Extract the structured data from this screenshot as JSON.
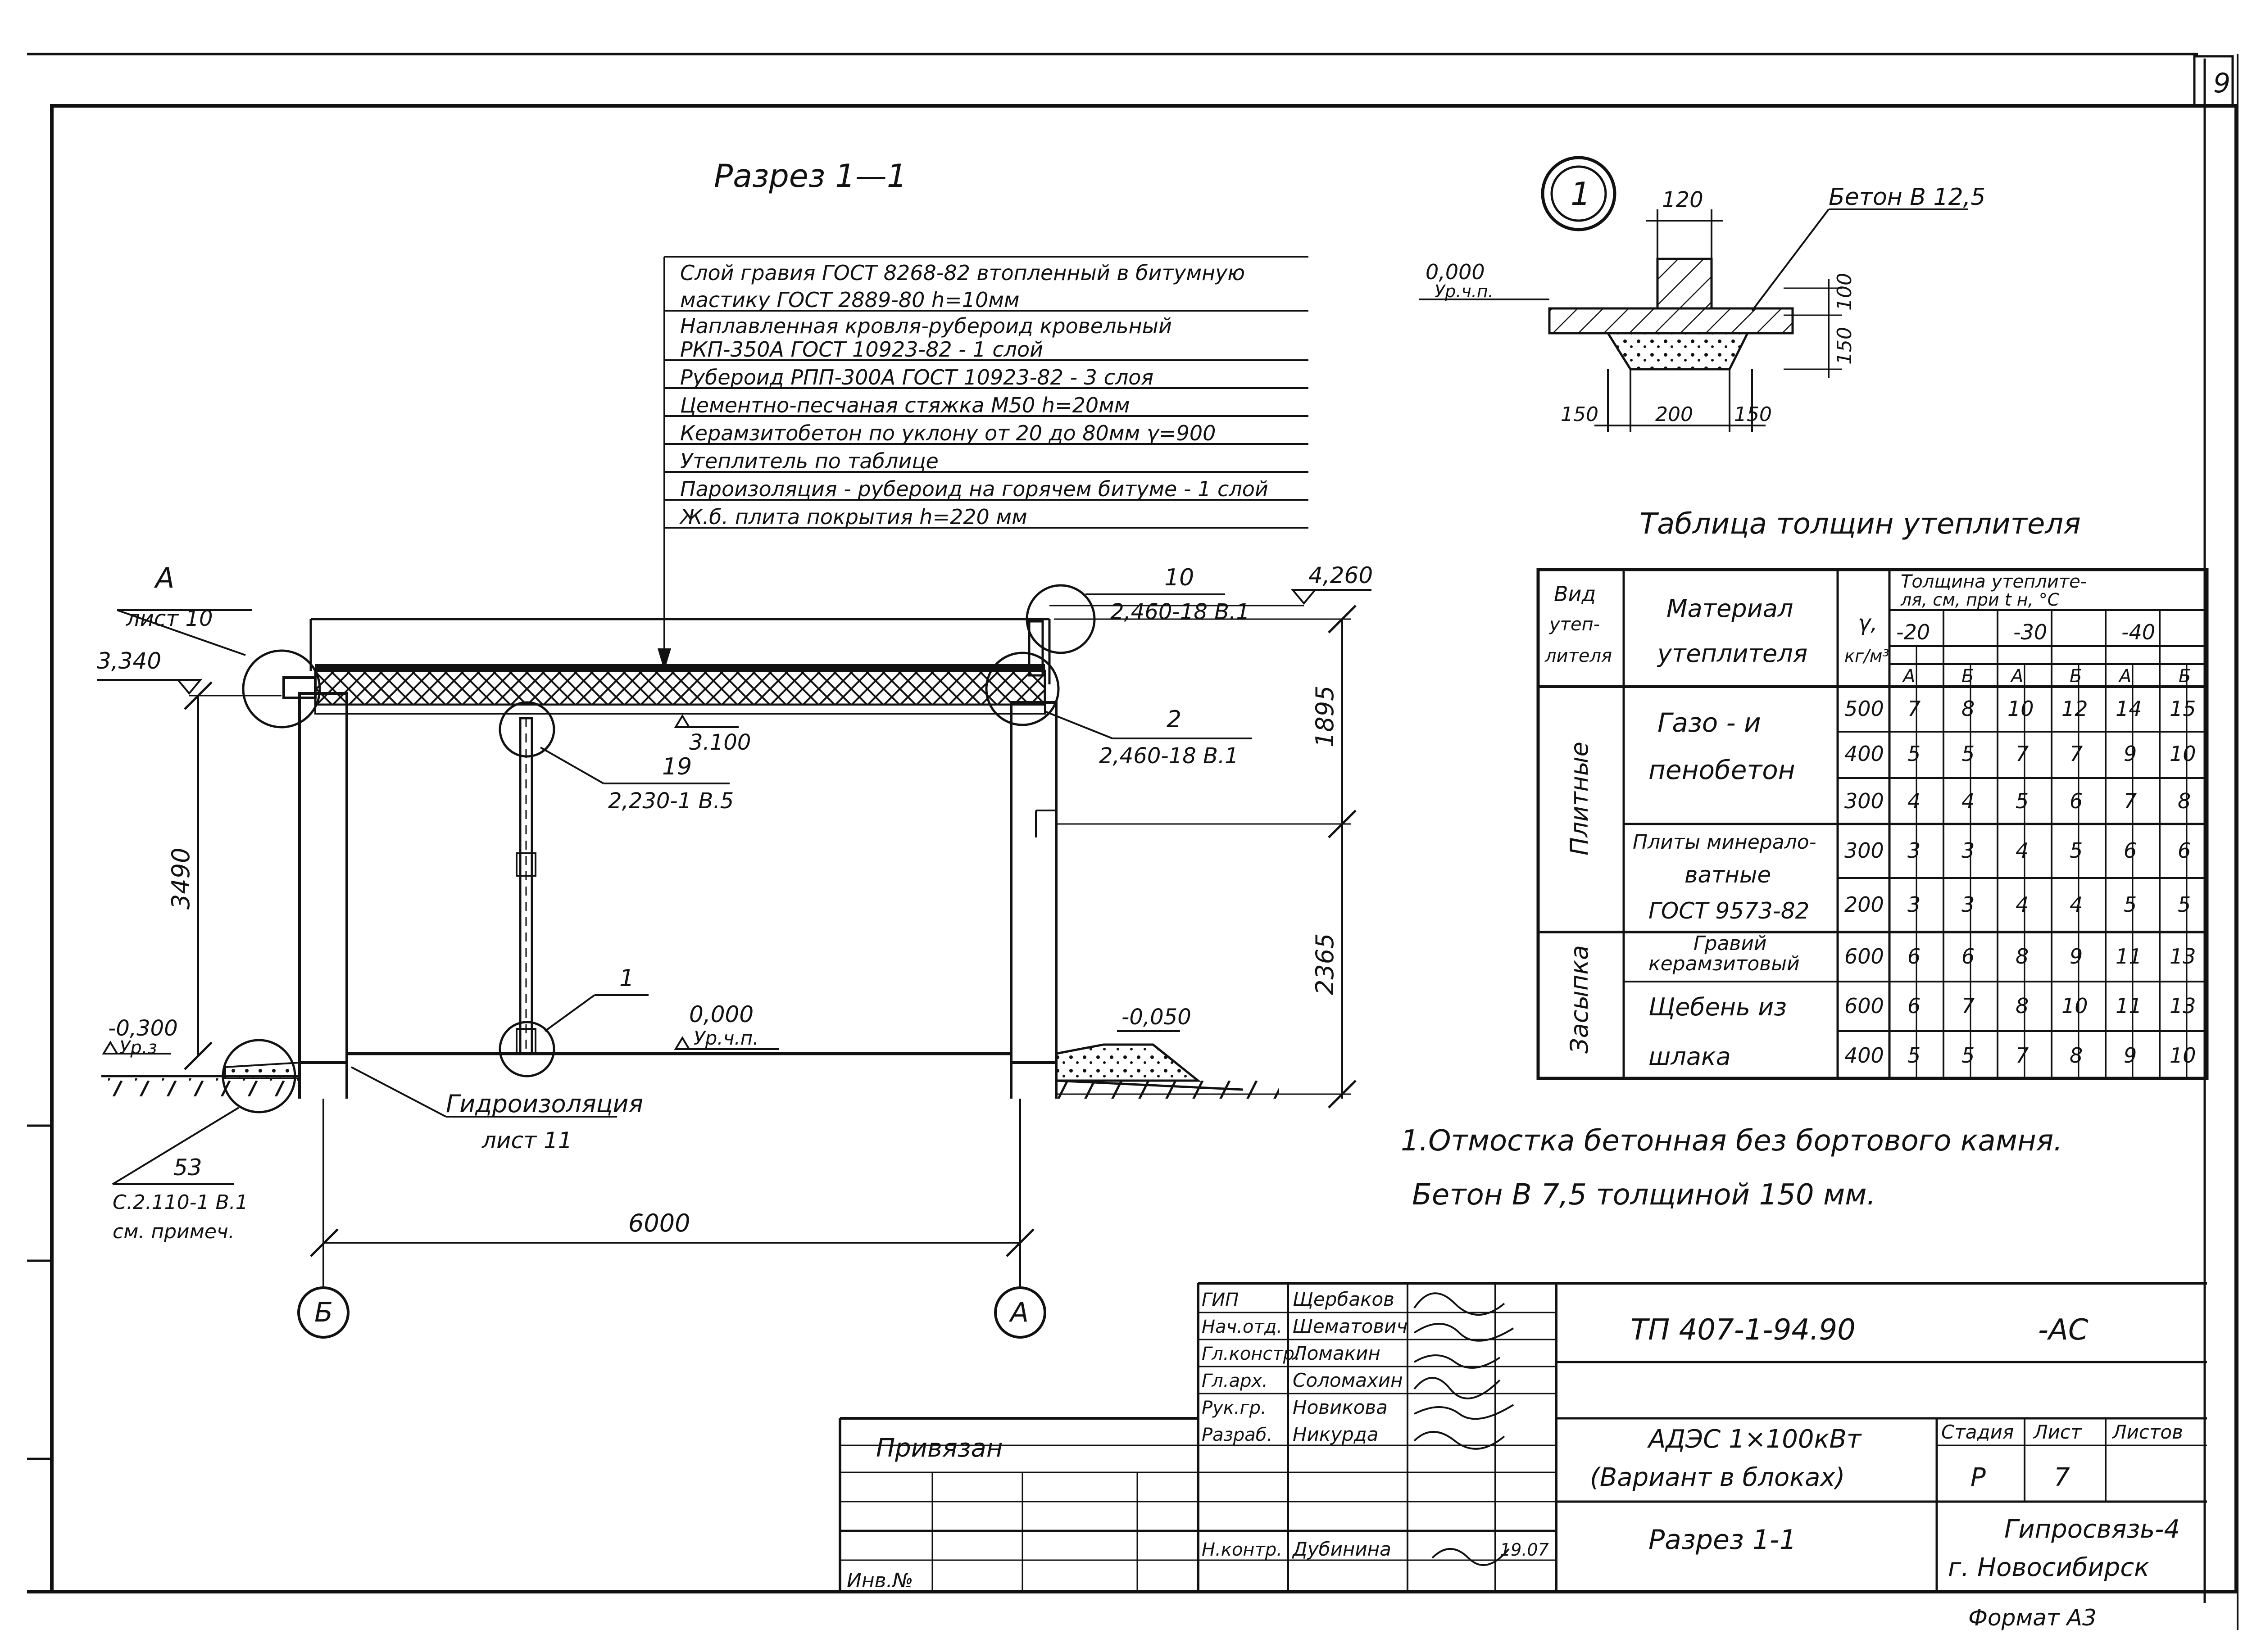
{
  "sheet": {
    "page_number": "9",
    "section_title": "Разрез 1—1",
    "format": "Формат А3"
  },
  "roof_layers": [
    "Слой гравия ГОСТ 8268-82 втопленный в битумную",
    "мастику ГОСТ 2889-80 h=10мм",
    "Наплавленная кровля-рубероид кровельный",
    "РКП-350А ГОСТ 10923-82 - 1 слой",
    "Рубероид РПП-300А ГОСТ 10923-82 - 3 слоя",
    "Цементно-песчаная стяжка М50 h=20мм",
    "Керамзитобетон по уклону от 20 до 80мм γ=900",
    "Утеплитель по таблице",
    "Пароизоляция - рубероид на горячем битуме - 1 слой",
    "Ж.б. плита покрытия h=220 мм"
  ],
  "section": {
    "callout_a_letter": "А",
    "callout_a_sheet": "лист 10",
    "callout_10_num": "10",
    "callout_10_ref": "2,460-18 В.1",
    "callout_2_num": "2",
    "callout_2_ref": "2,460-18 В.1",
    "callout_19_num": "19",
    "callout_19_ref": "2,230-1 В.5",
    "callout_1_num": "1",
    "callout_53_num": "53",
    "callout_53_ref": "С.2.110-1 В.1",
    "callout_53_note": "см. примеч.",
    "level_340": "3,340",
    "level_4260": "4,260",
    "level_3100": "3.100",
    "level_0000": "0,000",
    "level_0000_tag": "Ур.ч.п.",
    "level_m0300": "-0,300",
    "level_m0300_tag": "Ур.з",
    "level_m0050": "-0,050",
    "dim_3490": "3490",
    "dim_1895": "1895",
    "dim_2365": "2365",
    "dim_6000": "6000",
    "waterproofing": "Гидроизоляция",
    "waterproofing_sheet": "лист 11",
    "axis_b": "Б",
    "axis_a": "А"
  },
  "node1": {
    "num": "1",
    "dim_120": "120",
    "dim_100": "100",
    "dim_150v": "150",
    "dim_150l": "150",
    "dim_200": "200",
    "dim_150r": "150",
    "concrete": "Бетон В 12,5",
    "level": "0,000",
    "level_tag": "Ур.ч.п."
  },
  "insulation_table": {
    "title": "Таблица толщин утеплителя",
    "h_type": [
      "Вид",
      "утеп-",
      "лителя"
    ],
    "h_material": [
      "Материал",
      "утеплителя"
    ],
    "h_gamma": [
      "γ,",
      "кг/м³"
    ],
    "h_thickness": [
      "Толщина утеплите-",
      "ля, см, при t н, °С"
    ],
    "temps": [
      "-20",
      "-30",
      "-40"
    ],
    "subcols": [
      "А",
      "Б",
      "А",
      "Б",
      "А",
      "Б"
    ],
    "group_plates": "Плитные",
    "group_fill": "Засыпка",
    "mat_gas": [
      "Газо - и",
      "пенобетон"
    ],
    "mat_mineral": [
      "Плиты минерало-",
      "ватные",
      "ГОСТ 9573-82"
    ],
    "mat_gravel": [
      "Гравий",
      "керамзитовый"
    ],
    "mat_slag": [
      "Щебень из",
      "шлака"
    ],
    "rows": [
      {
        "g": "500",
        "v": [
          "7",
          "8",
          "10",
          "12",
          "14",
          "15"
        ]
      },
      {
        "g": "400",
        "v": [
          "5",
          "5",
          "7",
          "7",
          "9",
          "10"
        ]
      },
      {
        "g": "300",
        "v": [
          "4",
          "4",
          "5",
          "6",
          "7",
          "8"
        ]
      },
      {
        "g": "300",
        "v": [
          "3",
          "3",
          "4",
          "5",
          "6",
          "6"
        ]
      },
      {
        "g": "200",
        "v": [
          "3",
          "3",
          "4",
          "4",
          "5",
          "5"
        ]
      },
      {
        "g": "600",
        "v": [
          "6",
          "6",
          "8",
          "9",
          "11",
          "13"
        ]
      },
      {
        "g": "600",
        "v": [
          "6",
          "7",
          "8",
          "10",
          "11",
          "13"
        ]
      },
      {
        "g": "400",
        "v": [
          "5",
          "5",
          "7",
          "8",
          "9",
          "10"
        ]
      }
    ]
  },
  "notes": [
    "1.Отмостка бетонная без бортового камня.",
    "Бетон В 7,5 толщиной 150 мм."
  ],
  "title_block": {
    "privyazan": "Привязан",
    "inv": "Инв.№",
    "roles": [
      "ГИП",
      "Нач.отд.",
      "Гл.констр.",
      "Гл.арх.",
      "Рук.гр.",
      "Разраб.",
      "",
      "",
      "Н.контр."
    ],
    "names": [
      "Щербаков",
      "Шематович",
      "Ломакин",
      "Соломахин",
      "Новикова",
      "Никурда",
      "",
      "",
      "Дубинина"
    ],
    "date": "19.07",
    "doc_code": "ТП 407-1-94.90",
    "doc_suffix": "-АС",
    "object_line1": "АДЭС 1×100кВт",
    "object_line2": "(Вариант в блоках)",
    "drawing_name": "Разрез 1-1",
    "h_stage": "Стадия",
    "h_sheet": "Лист",
    "h_sheets": "Листов",
    "stage": "Р",
    "sheet": "7",
    "org1": "Гипросвязь-4",
    "org2": "г. Новосибирск"
  }
}
